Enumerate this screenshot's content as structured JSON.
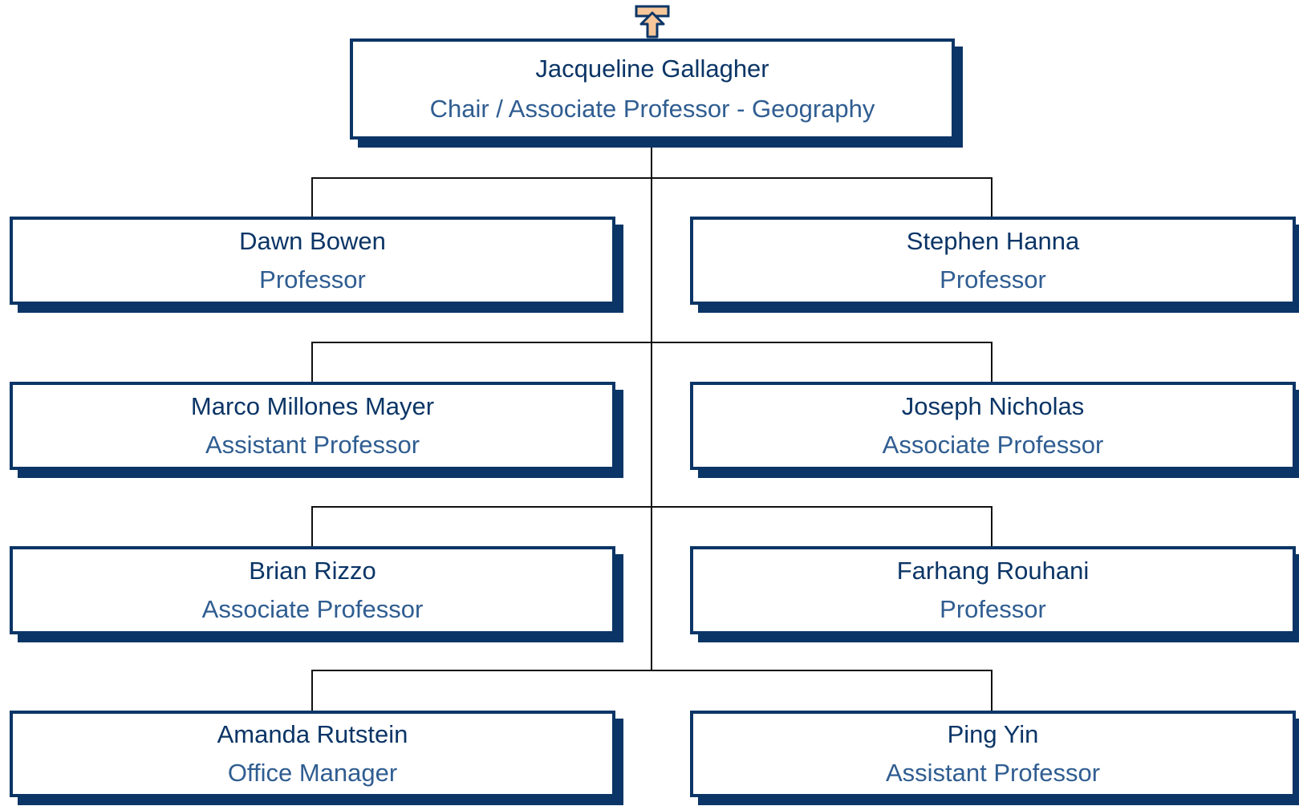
{
  "colors": {
    "box_border": "#0b3566",
    "name_text": "#0b3566",
    "role_text": "#2f5d91",
    "connector": "#111111",
    "up_arrow_fill": "#f7c79a",
    "up_arrow_stroke": "#0b3566"
  },
  "icons": {
    "up": "up-arrow-icon"
  },
  "root": {
    "name": "Jacqueline Gallagher",
    "role": "Chair / Associate Professor - Geography"
  },
  "rows": [
    {
      "left": {
        "name": "Dawn Bowen",
        "role": "Professor"
      },
      "right": {
        "name": "Stephen Hanna",
        "role": "Professor"
      }
    },
    {
      "left": {
        "name": "Marco Millones Mayer",
        "role": "Assistant Professor"
      },
      "right": {
        "name": "Joseph Nicholas",
        "role": "Associate Professor"
      }
    },
    {
      "left": {
        "name": "Brian Rizzo",
        "role": "Associate Professor"
      },
      "right": {
        "name": "Farhang Rouhani",
        "role": "Professor"
      }
    },
    {
      "left": {
        "name": "Amanda Rutstein",
        "role": "Office Manager"
      },
      "right": {
        "name": "Ping Yin",
        "role": "Assistant Professor"
      }
    }
  ]
}
